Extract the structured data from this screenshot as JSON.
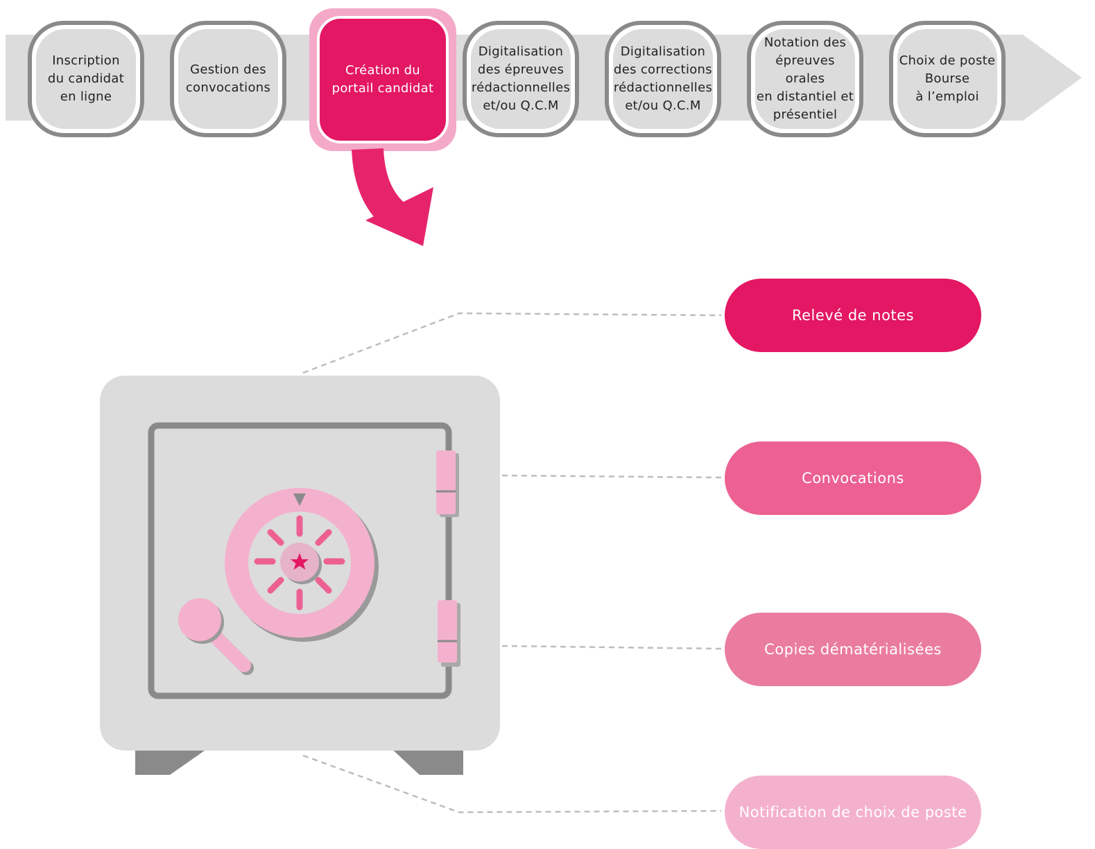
{
  "process_steps": [
    {
      "label": "Inscription\ndu candidat\nen ligne",
      "active": false
    },
    {
      "label": "Gestion des\nconvocations",
      "active": false
    },
    {
      "label": "Création du\nportail candidat",
      "active": true
    },
    {
      "label": "Digitalisation\ndes épreuves\nrédactionnelles\net/ou Q.C.M",
      "active": false
    },
    {
      "label": "Digitalisation\ndes corrections\nrédactionnelles\net/ou Q.C.M",
      "active": false
    },
    {
      "label": "Notation des\népreuves orales\nen distantiel et\nprésentiel",
      "active": false
    },
    {
      "label": "Choix de poste\nBourse\nà l’emploi",
      "active": false
    }
  ],
  "portal_items": [
    {
      "label": "Relevé de notes",
      "color": "#e31763"
    },
    {
      "label": "Convocations",
      "color": "#ec6192"
    },
    {
      "label": "Copies dématérialisées",
      "color": "#ea7c9f"
    },
    {
      "label": "Notification de choix de poste",
      "color": "#f4b1cd"
    }
  ],
  "colors": {
    "accent": "#e31763",
    "accent_light": "#f4a9c8",
    "arrow": "#e6246c",
    "neutral": "#dcdcdc",
    "neutral_dark": "#8a8a8a"
  },
  "icons": {
    "safe": "safe-icon",
    "dial": "combination-dial-icon",
    "handle": "safe-handle-icon",
    "star": "star-icon",
    "arrow": "curved-arrow-icon"
  }
}
